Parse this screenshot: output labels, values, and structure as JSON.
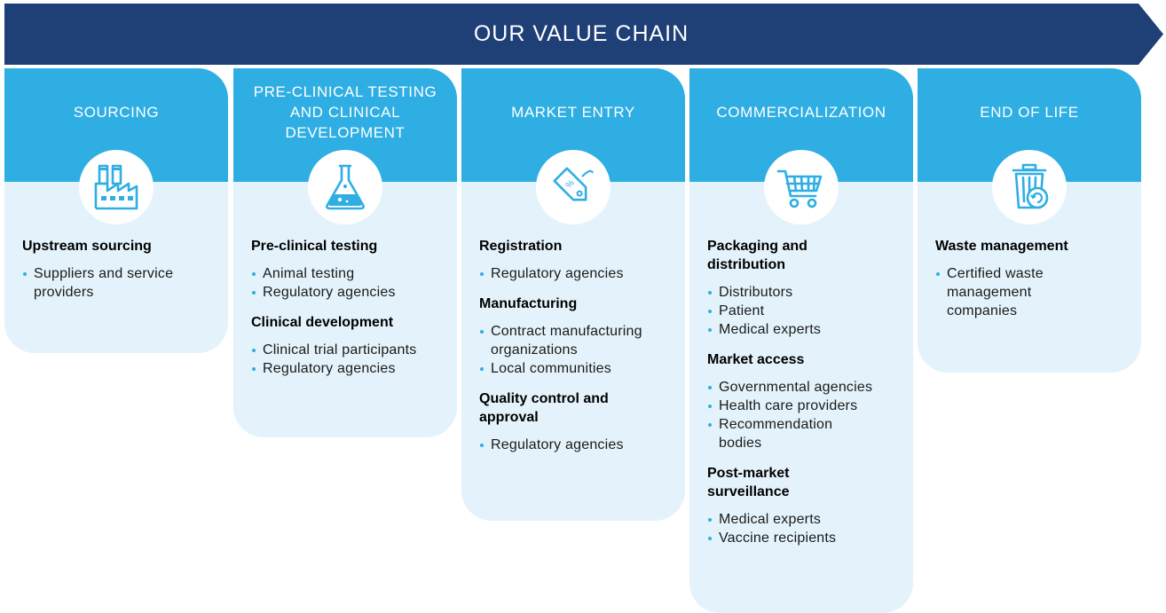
{
  "banner": {
    "title": "OUR VALUE CHAIN"
  },
  "colors": {
    "banner": "#1f3f77",
    "header": "#2eaee3",
    "panel": "#e4f3fb",
    "bullet": "#2eaee3"
  },
  "columns": [
    {
      "title": "SOURCING",
      "icon": "factory-icon",
      "sections": [
        {
          "heading": "Upstream sourcing",
          "items": [
            "Suppliers and service providers"
          ]
        }
      ]
    },
    {
      "title": "PRE-CLINICAL TESTING AND CLINICAL DEVELOPMENT",
      "icon": "flask-icon",
      "sections": [
        {
          "heading": "Pre-clinical testing",
          "items": [
            "Animal testing",
            "Regulatory agencies"
          ]
        },
        {
          "heading": "Clinical development",
          "items": [
            "Clinical trial participants",
            "Regulatory agencies"
          ]
        }
      ]
    },
    {
      "title": "MARKET ENTRY",
      "icon": "price-tag-icon",
      "sections": [
        {
          "heading": "Registration",
          "items": [
            "Regulatory agencies"
          ]
        },
        {
          "heading": "Manufacturing",
          "items": [
            "Contract manufacturing organizations",
            "Local communities"
          ]
        },
        {
          "heading": "Quality control and approval",
          "items": [
            "Regulatory agencies"
          ]
        }
      ]
    },
    {
      "title": "COMMERCIALIZATION",
      "icon": "shopping-cart-icon",
      "sections": [
        {
          "heading": "Packaging and distribution",
          "items": [
            "Distributors",
            "Patient",
            "Medical experts"
          ]
        },
        {
          "heading": "Market access",
          "items": [
            "Governmental agencies",
            "Health care providers",
            "Recommendation bodies"
          ]
        },
        {
          "heading": "Post-market surveillance",
          "items": [
            "Medical experts",
            "Vaccine recipients"
          ]
        }
      ]
    },
    {
      "title": "END OF LIFE",
      "icon": "recycle-bin-icon",
      "sections": [
        {
          "heading": "Waste management",
          "items": [
            "Certified waste management companies"
          ]
        }
      ]
    }
  ]
}
